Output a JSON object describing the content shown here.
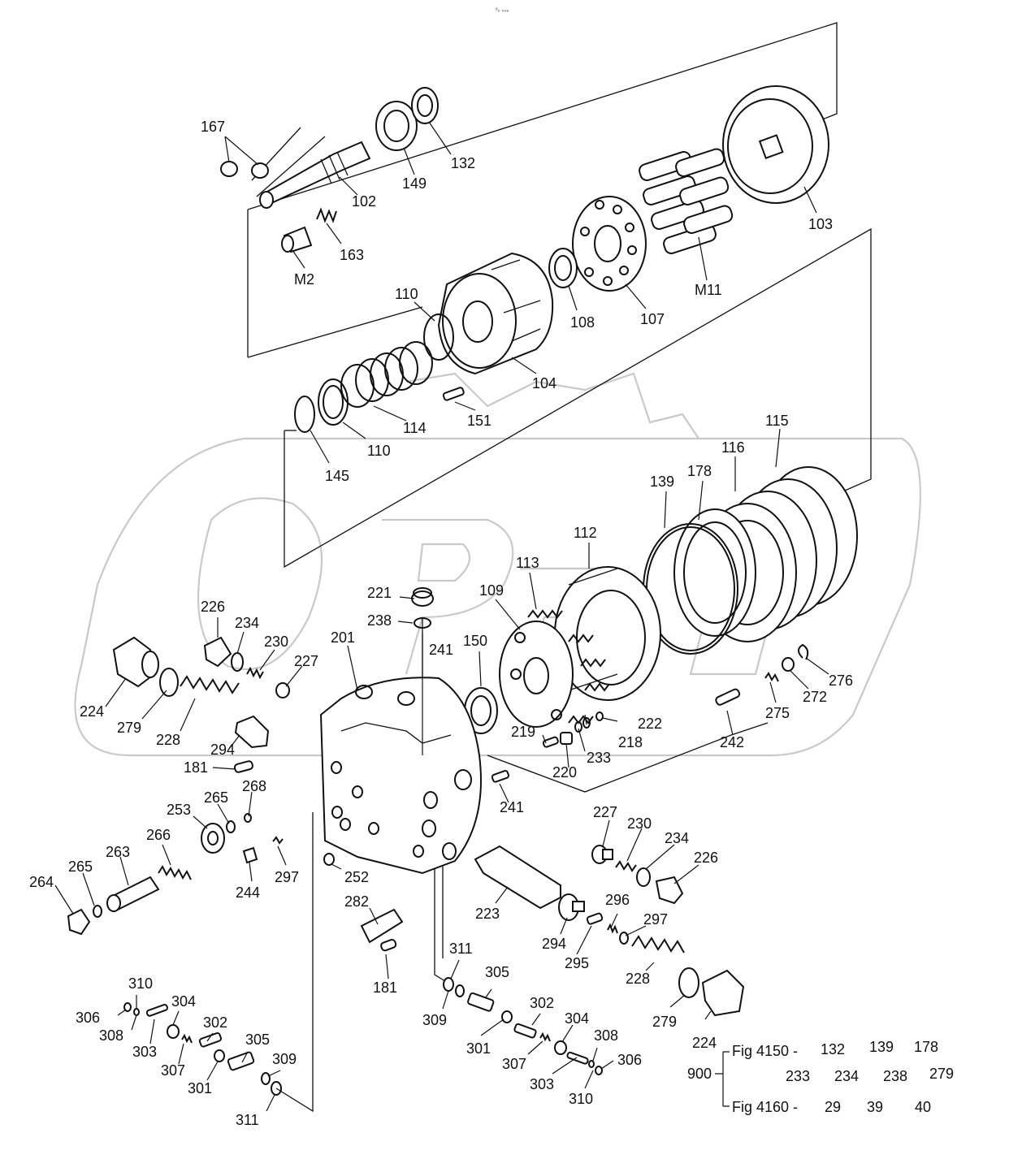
{
  "header_code": "ᵉ₀ ₀₀₈",
  "watermark": {
    "color": "#c9c9c9"
  },
  "labels": {
    "l167": "167",
    "l102": "102",
    "l149": "149",
    "l132": "132",
    "l163": "163",
    "lM2": "M2",
    "l103": "103",
    "lM11": "M11",
    "l107": "107",
    "l108": "108",
    "l110a": "110",
    "l104": "104",
    "l114": "114",
    "l110b": "110",
    "l151": "151",
    "l145": "145",
    "l115": "115",
    "l116": "116",
    "l178": "178",
    "l139": "139",
    "l112": "112",
    "l113": "113",
    "l109": "109",
    "l150": "150",
    "l221": "221",
    "l238": "238",
    "l241a": "241",
    "l226a": "226",
    "l234a": "234",
    "l230a": "230",
    "l227a": "227",
    "l201": "201",
    "l224a": "224",
    "l279a": "279",
    "l228a": "228",
    "l294a": "294",
    "l181a": "181",
    "l222": "222",
    "l218": "218",
    "l219": "219",
    "l233": "233",
    "l220": "220",
    "l276": "276",
    "l272": "272",
    "l275": "275",
    "l242": "242",
    "l241b": "241",
    "l268": "268",
    "l265a": "265",
    "l253": "253",
    "l266": "266",
    "l263": "263",
    "l264": "264",
    "l265b": "265",
    "l244": "244",
    "l297a": "297",
    "l252": "252",
    "l227b": "227",
    "l230b": "230",
    "l234b": "234",
    "l226b": "226",
    "l282": "282",
    "l223": "223",
    "l181b": "181",
    "l296": "296",
    "l297b": "297",
    "l294b": "294",
    "l295": "295",
    "l228b": "228",
    "l279b": "279",
    "l224b": "224",
    "l311a": "311",
    "l305a": "305",
    "l309a": "309",
    "l301a": "301",
    "l302a": "302",
    "l307a": "307",
    "l304a": "304",
    "l303a": "303",
    "l308a": "308",
    "l310a": "310",
    "l306a": "306",
    "l310b": "310",
    "l306b": "306",
    "l308b": "308",
    "l304b": "304",
    "l303b": "303",
    "l302b": "302",
    "l307b": "307",
    "l305b": "305",
    "l301b": "301",
    "l309b": "309",
    "l311b": "311"
  },
  "legend": {
    "assembly": "900",
    "fig1_ref": "Fig 4150 -",
    "fig1_parts_row1": [
      "132",
      "139",
      "178"
    ],
    "fig1_parts_row2": [
      "233",
      "234",
      "238",
      "279"
    ],
    "fig2_ref": "Fig 4160 -",
    "fig2_parts": [
      "29",
      "39",
      "40"
    ]
  }
}
